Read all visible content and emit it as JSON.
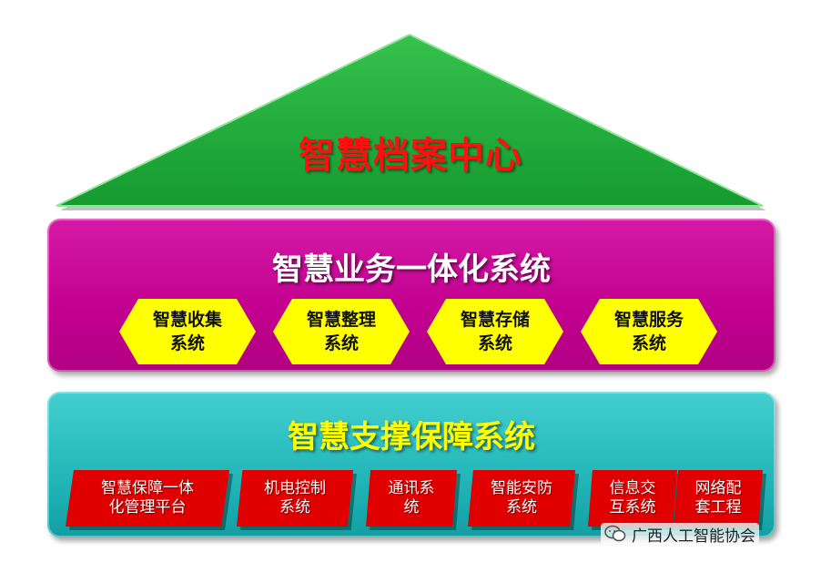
{
  "roof": {
    "title": "智慧档案中心"
  },
  "business": {
    "title": "智慧业务一体化系统",
    "modules": [
      {
        "label": "智慧收集\n系统"
      },
      {
        "label": "智慧整理\n系统"
      },
      {
        "label": "智慧存储\n系统"
      },
      {
        "label": "智慧服务\n系统"
      }
    ]
  },
  "support": {
    "title": "智慧支撑保障系统",
    "modules": [
      {
        "label": "智慧保障一体\n化管理平台"
      },
      {
        "label": "机电控制\n系统"
      },
      {
        "label": "通讯系\n统"
      },
      {
        "label": "智能安防\n系统"
      },
      {
        "label": "信息交\n互系统"
      },
      {
        "label": "网络配\n套工程"
      }
    ]
  },
  "watermark": {
    "text": "广西人工智能协会",
    "icon": "wechat-icon"
  },
  "colors": {
    "roof": "#1fa83a",
    "roof_title": "#ff1010",
    "business_band": "#c2008f",
    "business_module": "#ffff00",
    "support_band": "#22b6b8",
    "support_title": "#ffff00",
    "support_module": "#e00000"
  }
}
